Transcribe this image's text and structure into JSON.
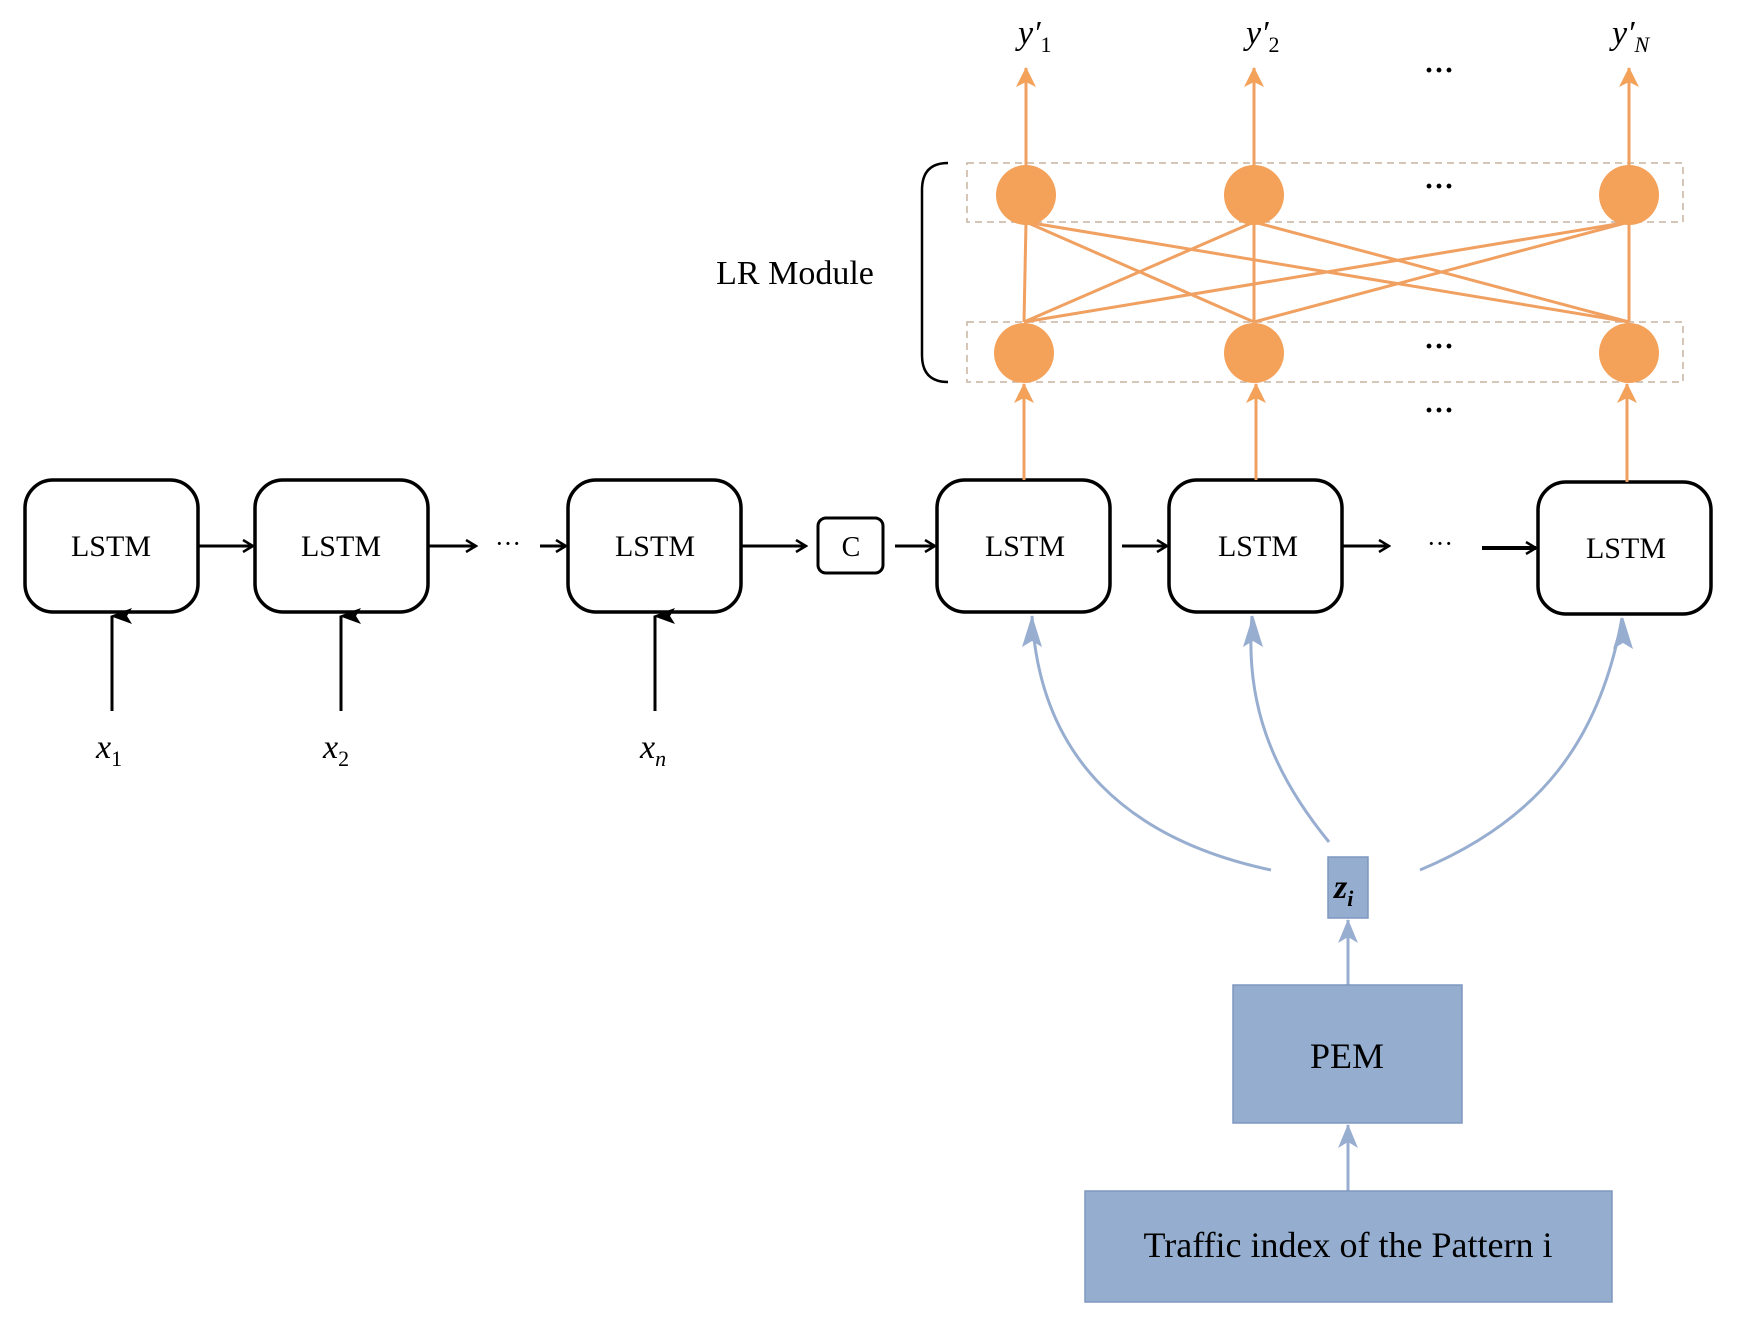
{
  "colors": {
    "orange": "#f4a15a",
    "orange_line": "#f0a060",
    "blue_fill": "#95aed0",
    "blue_stroke": "#7f97bd",
    "blue_line": "#98aed0",
    "black": "#000000",
    "dash": "#b0a090"
  },
  "encoder": {
    "cells": [
      {
        "label": "LSTM",
        "input_var": "x",
        "input_sub": "1"
      },
      {
        "label": "LSTM",
        "input_var": "x",
        "input_sub": "2"
      },
      {
        "label": "LSTM",
        "input_var": "x",
        "input_sub": "n"
      }
    ],
    "ellipsis": "···"
  },
  "context": {
    "label": "C"
  },
  "decoder": {
    "cells": [
      {
        "label": "LSTM"
      },
      {
        "label": "LSTM"
      },
      {
        "label": "LSTM"
      }
    ],
    "ellipsis": "···"
  },
  "lr_module": {
    "label": "LR Module",
    "ellipsis": "···",
    "outputs": [
      {
        "var": "y′",
        "sub": "1"
      },
      {
        "var": "y′",
        "sub": "2"
      },
      {
        "var": "y′",
        "sub": "N"
      }
    ]
  },
  "pattern": {
    "z_label": {
      "var": "z",
      "sub": "i"
    },
    "pem_label": "PEM",
    "traffic_label": "Traffic index of the Pattern i"
  }
}
